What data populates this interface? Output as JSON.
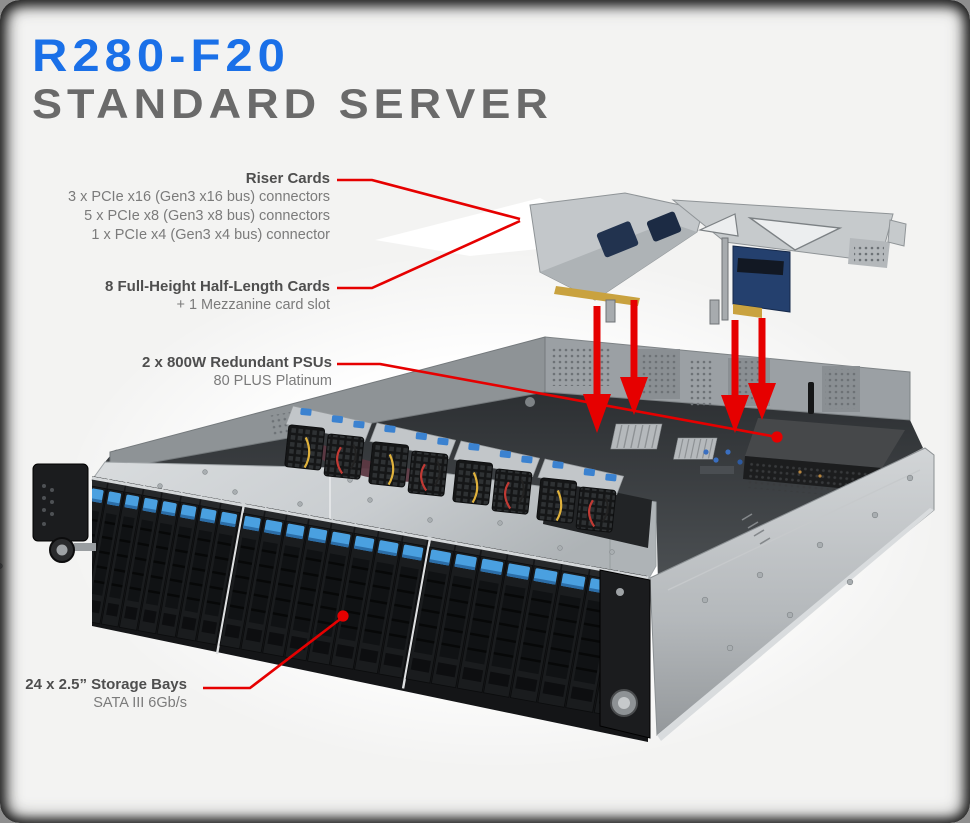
{
  "page": {
    "background": "#f3f3f2"
  },
  "title": {
    "model": "R280-F20",
    "subtitle": "STANDARD SERVER",
    "model_color": "#1a70e8",
    "subtitle_color": "#6a6a6a"
  },
  "callouts": [
    {
      "id": "riser-cards",
      "title": "Riser Cards",
      "lines": [
        "3 x PCIe x16 (Gen3 x16 bus) connectors",
        "5 x PCIe x8 (Gen3 x8 bus) connectors",
        "1 x PCIe x4 (Gen3 x4 bus) connector"
      ]
    },
    {
      "id": "expansion-cards",
      "title": "8 Full-Height Half-Length Cards",
      "lines": [
        "+ 1 Mezzanine card slot"
      ]
    },
    {
      "id": "psu",
      "title": "2 x 800W Redundant PSUs",
      "lines": [
        "80 PLUS Platinum"
      ]
    },
    {
      "id": "storage-bays",
      "title": "24 x 2.5” Storage Bays",
      "lines": [
        "SATA III 6Gb/s"
      ]
    }
  ],
  "accent_red": "#e60000",
  "server": {
    "storage_bays": 24,
    "drive_clip_color": "#4aa0e0",
    "chassis_metal": "#c7cacd",
    "interior_dark": "#33373a",
    "riser_pcb_color": "#24406e"
  }
}
